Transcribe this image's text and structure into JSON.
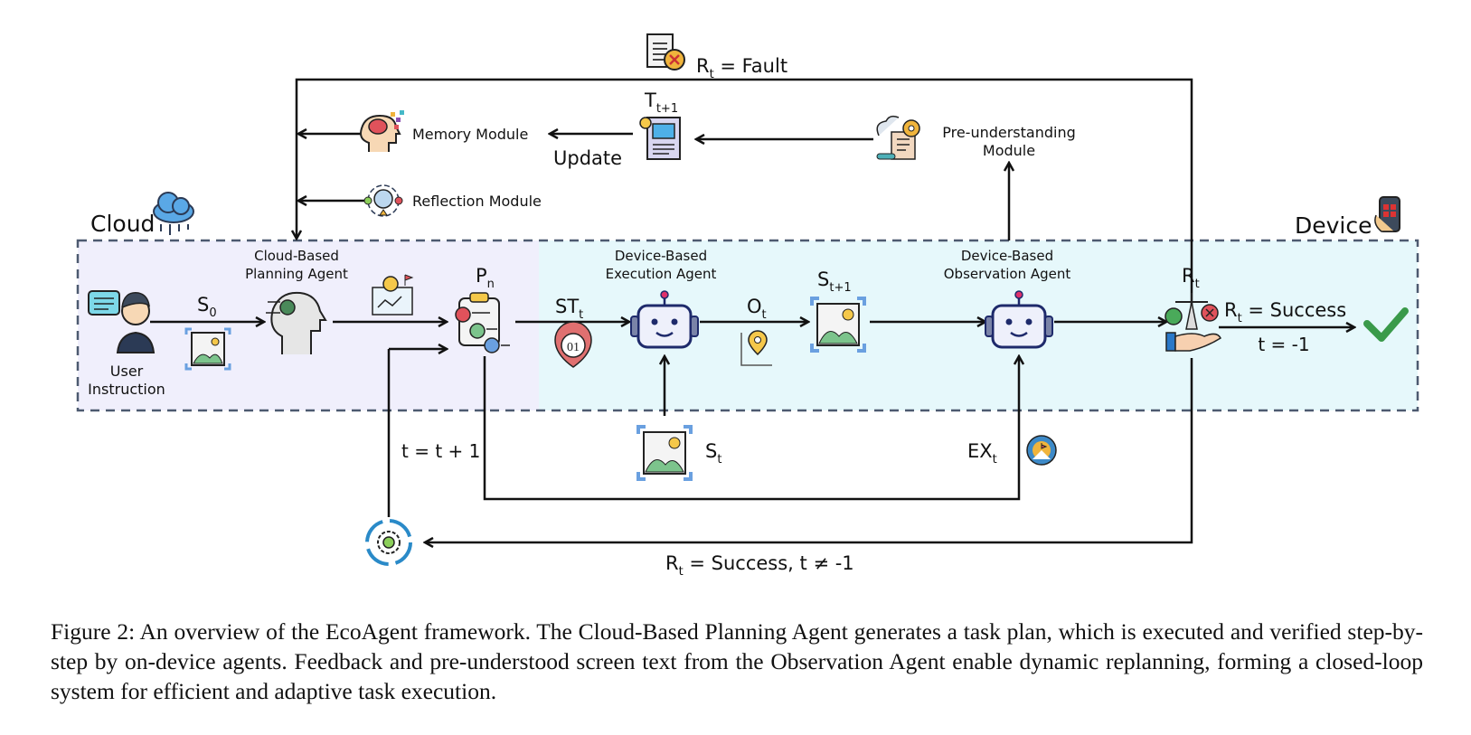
{
  "regions": {
    "cloud": {
      "label": "Cloud",
      "color": "#6b4f96",
      "fill": "#f0effc"
    },
    "device": {
      "label": "Device",
      "color": "#3b4a6b",
      "fill": "#e6f8fb"
    }
  },
  "agents": {
    "planning": {
      "line1": "Cloud-Based",
      "line2": "Planning Agent",
      "color": "#8a4fb0"
    },
    "execution": {
      "line1": "Device-Based",
      "line2": "Execution Agent",
      "color": "#b9774d"
    },
    "observation": {
      "line1": "Device-Based",
      "line2": "Observation Agent",
      "color": "#a3aaa8"
    }
  },
  "nodes": {
    "user_instruction": {
      "line1": "User",
      "line2": "Instruction"
    },
    "memory_module": "Memory Module",
    "reflection_module": "Reflection Module",
    "pre_understanding": {
      "line1": "Pre-understanding",
      "line2": "Module"
    }
  },
  "labels": {
    "s0": {
      "base": "S",
      "sub": "0"
    },
    "pn": {
      "base": "P",
      "sub": "n"
    },
    "stt": {
      "base": "ST",
      "sub": "t"
    },
    "ot": {
      "base": "O",
      "sub": "t"
    },
    "st1": {
      "base": "S",
      "sub": "t+1"
    },
    "st": {
      "base": "S",
      "sub": "t"
    },
    "rt": {
      "base": "R",
      "sub": "t"
    },
    "tt1": {
      "base": "T",
      "sub": "t+1"
    },
    "ext": {
      "base": "EX",
      "sub": "t"
    },
    "fault": {
      "base": "R",
      "sub": "t",
      "rest": " = Fault"
    },
    "success": {
      "base": "R",
      "sub": "t",
      "rest": " = Success"
    },
    "t_end": "t = -1",
    "t_inc": "t = t + 1",
    "loop_success": {
      "base": "R",
      "sub": "t",
      "rest": " = Success, t ≠ -1"
    },
    "update": "Update"
  },
  "icons": {
    "check_color": "#3a9a4a"
  },
  "caption": "Figure 2: An overview of the EcoAgent framework. The Cloud-Based Planning Agent generates a task plan, which is executed and verified step-by-step by on-device agents. Feedback and pre-understood screen text from the Observation Agent enable dynamic replanning, forming a closed-loop system for efficient and adaptive task execution."
}
